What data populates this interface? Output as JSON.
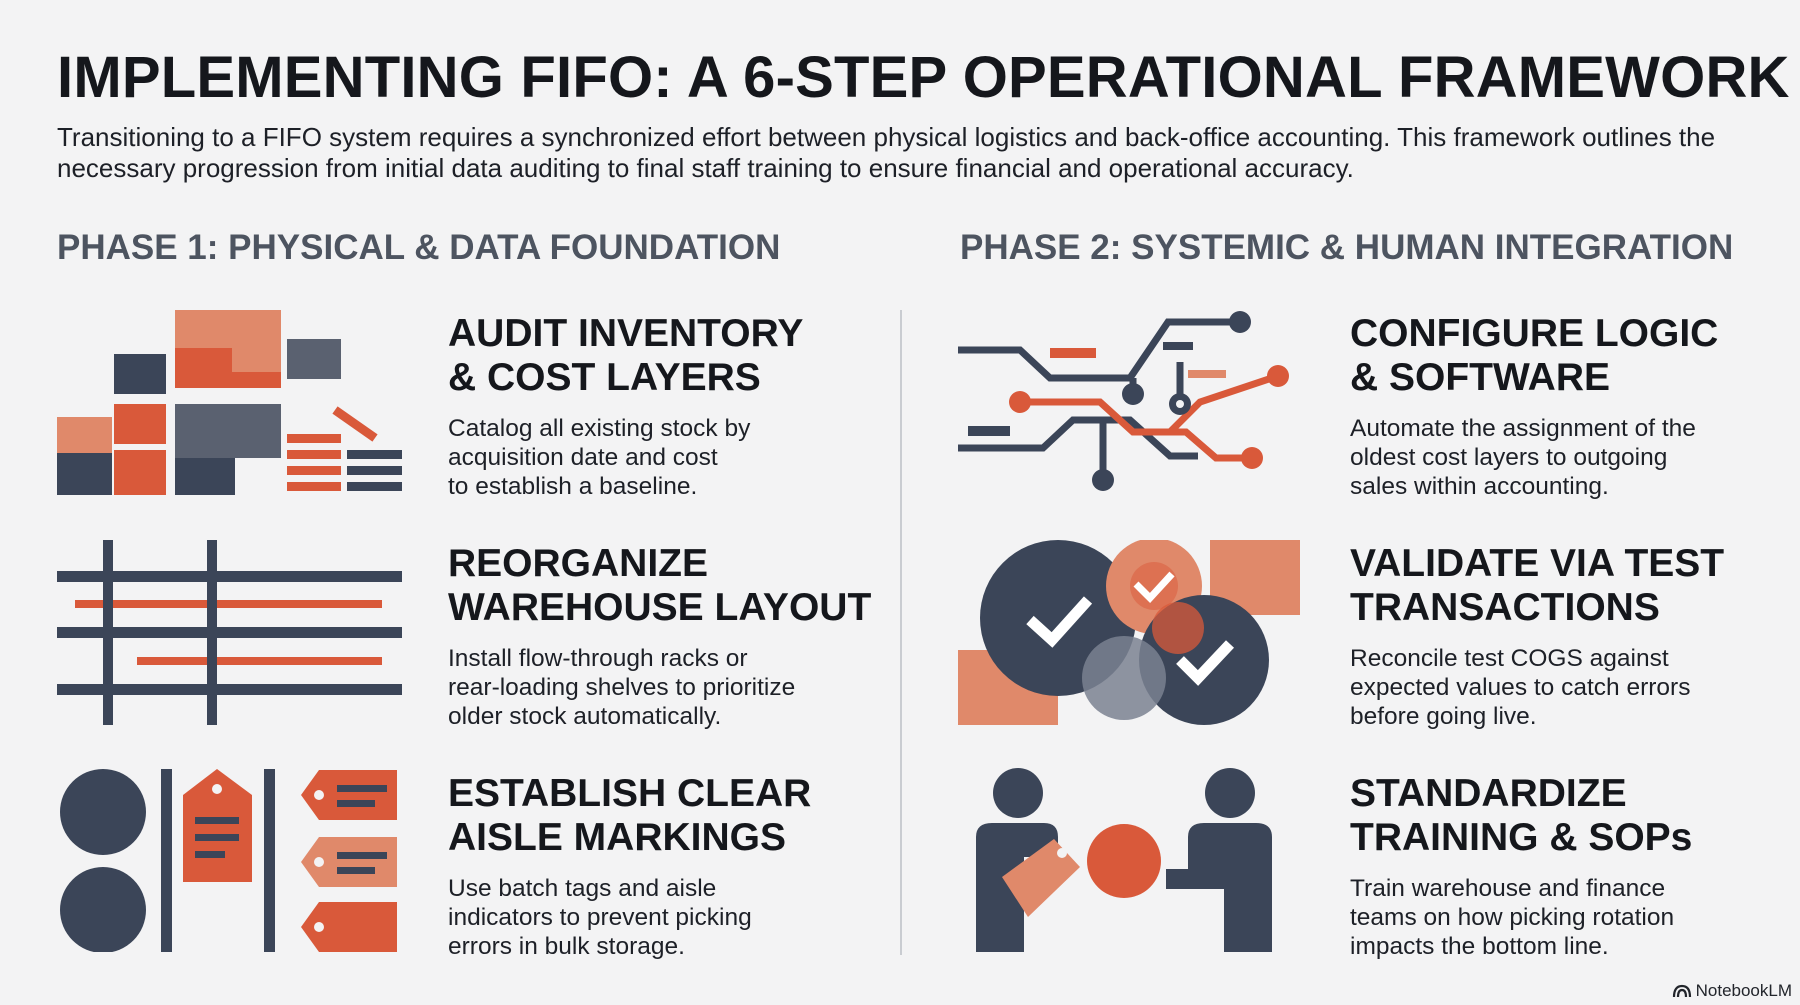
{
  "header": {
    "title": "IMPLEMENTING FIFO: A 6-STEP OPERATIONAL FRAMEWORK",
    "subtitle": "Transitioning to a FIFO system requires a synchronized effort between physical logistics and back-office accounting. This framework outlines the necessary progression from initial data auditing to final staff training to ensure financial and operational accuracy."
  },
  "phases": [
    {
      "label": "PHASE 1: PHYSICAL & DATA FOUNDATION",
      "steps": [
        {
          "title": "AUDIT INVENTORY\n& COST LAYERS",
          "description": "Catalog all existing stock by\nacquisition date and cost\nto establish a baseline.",
          "icon": "inventory-blocks-icon"
        },
        {
          "title": "REORGANIZE\nWAREHOUSE LAYOUT",
          "description": "Install flow-through racks or\nrear-loading shelves to prioritize\nolder stock automatically.",
          "icon": "warehouse-racks-icon"
        },
        {
          "title": "ESTABLISH CLEAR\nAISLE MARKINGS",
          "description": "Use batch tags and aisle\nindicators to prevent picking\nerrors in bulk storage.",
          "icon": "aisle-tags-icon"
        }
      ]
    },
    {
      "label": "PHASE 2: SYSTEMIC & HUMAN INTEGRATION",
      "steps": [
        {
          "title": "CONFIGURE LOGIC\n& SOFTWARE",
          "description": "Automate the assignment of the\noldest cost layers to outgoing\nsales within accounting.",
          "icon": "circuit-logic-icon"
        },
        {
          "title": "VALIDATE VIA TEST\nTRANSACTIONS",
          "description": "Reconcile test COGS against\nexpected values to catch errors\nbefore going live.",
          "icon": "checkmark-circles-icon"
        },
        {
          "title": "STANDARDIZE\nTRAINING & SOPs",
          "description": "Train warehouse and finance\nteams on how picking rotation\nimpacts the bottom line.",
          "icon": "people-handoff-icon"
        }
      ]
    }
  ],
  "brand": {
    "label": "NotebookLM",
    "icon": "notebooklm-logo-icon"
  },
  "colors": {
    "navy": "#3b4558",
    "orange": "#d9593a",
    "salmon": "#e0896a",
    "slate": "#5a6170",
    "background": "#f3f3f4"
  }
}
